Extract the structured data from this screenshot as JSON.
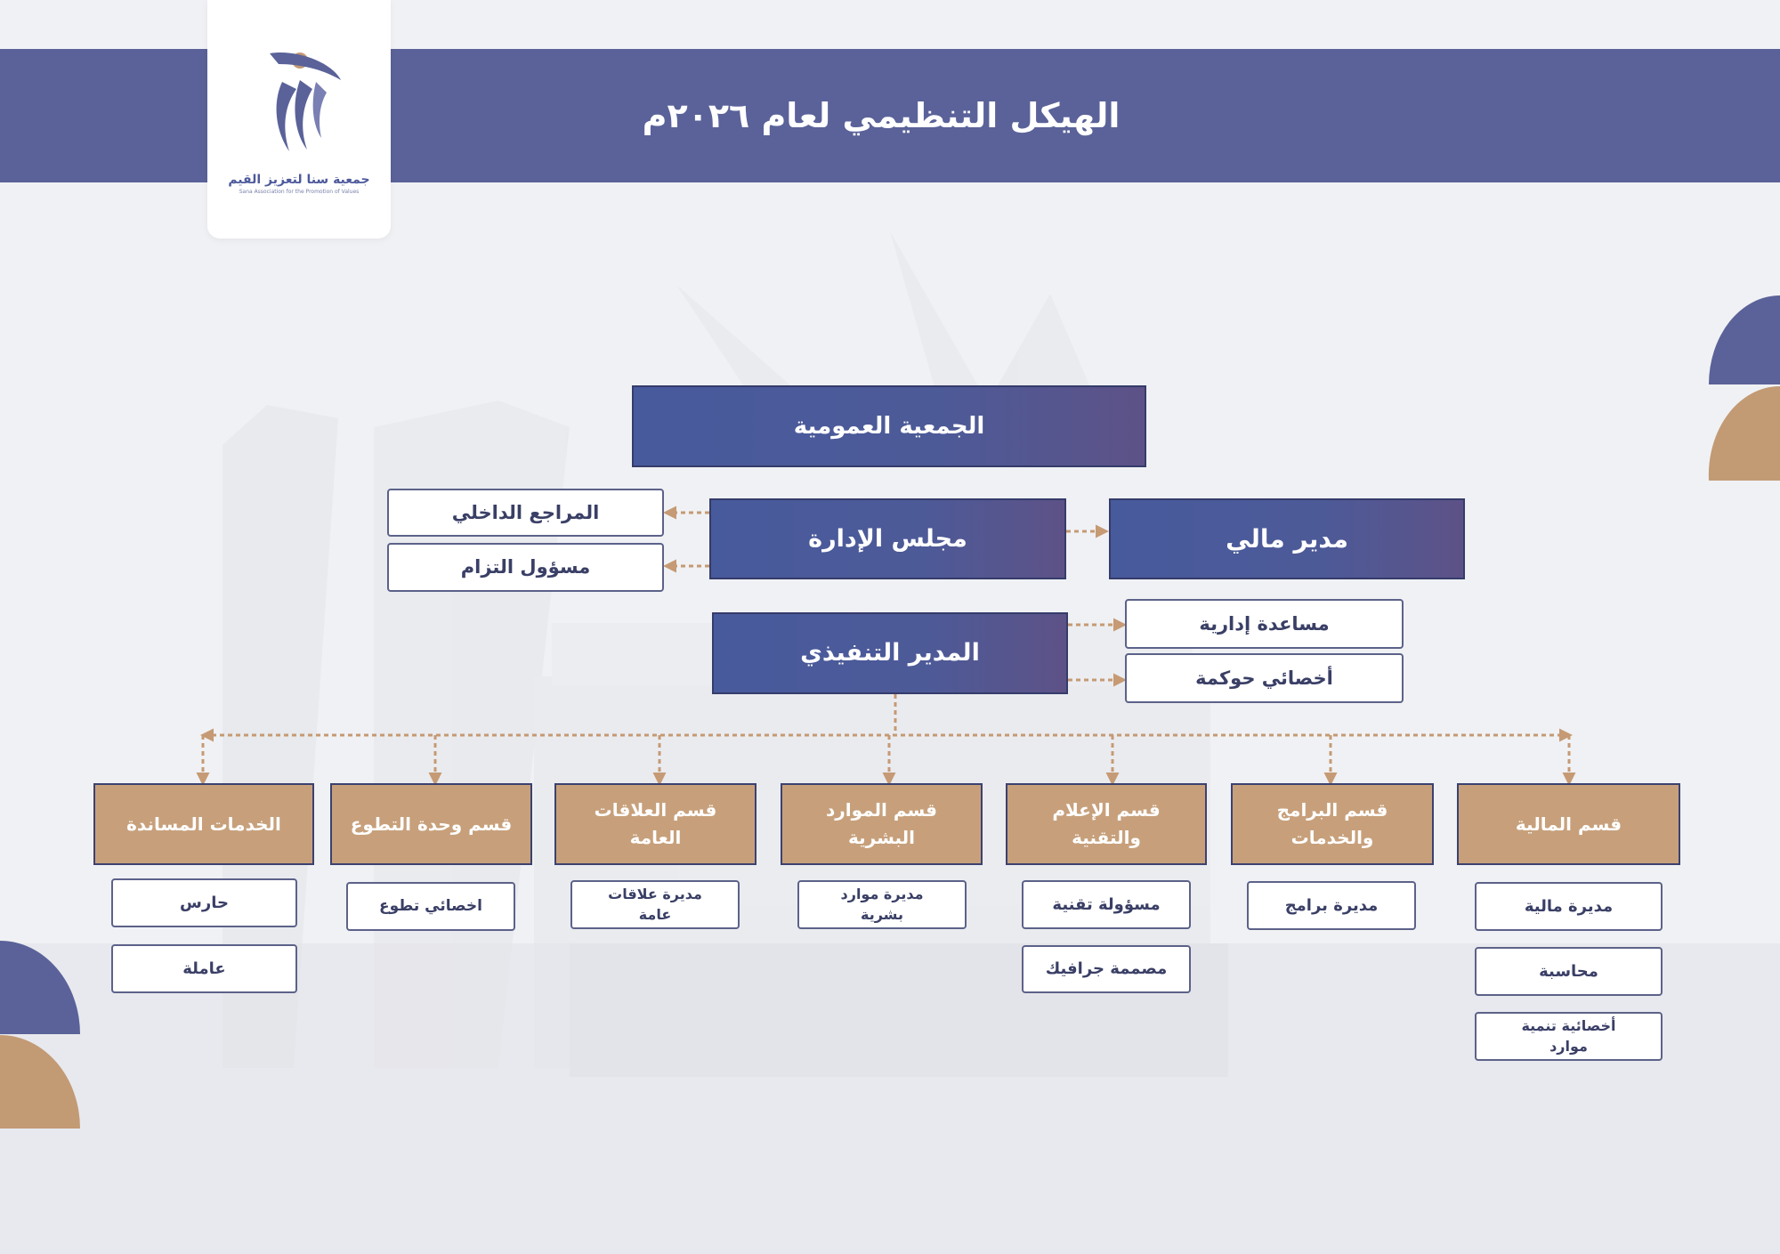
{
  "page": {
    "title": "الهيكل التنظيمي لعام ٢٠٢٦م",
    "logo": {
      "name_ar": "جمعية سنا لتعزيز القيم",
      "name_en": "Sana Association for the Promotion of Values"
    }
  },
  "colors": {
    "navy": "#4a5a9a",
    "tan": "#c7a07b",
    "banner": "#5a6299",
    "connector": "#c59a74"
  },
  "top": {
    "general_assembly": "الجمعية العمومية",
    "board": "مجلس الإدارة",
    "finance_manager": "مدير مالي",
    "internal_auditor": "المراجع الداخلي",
    "compliance_officer": "مسؤول التزام",
    "executive_director": "المدير التنفيذي",
    "admin_assistant": "مساعدة إدارية",
    "governance_specialist": "أخصائي حوكمة"
  },
  "departments": [
    {
      "name": "قسم المالية",
      "roles": [
        "مديرة مالية",
        "محاسبة",
        "أخصائية تنمية موارد"
      ]
    },
    {
      "name": "قسم البرامج والخدمات",
      "roles": [
        "مديرة برامج"
      ]
    },
    {
      "name": "قسم الإعلام والتقنية",
      "roles": [
        "مسؤولة تقنية",
        "مصممة جرافيك"
      ]
    },
    {
      "name": "قسم الموارد البشرية",
      "roles": [
        "مديرة موارد بشرية"
      ]
    },
    {
      "name": "قسم العلاقات العامة",
      "roles": [
        "مديرة علاقات عامة"
      ]
    },
    {
      "name": "قسم وحدة التطوع",
      "roles": [
        "اخصائي تطوع"
      ]
    },
    {
      "name": "الخدمات المساندة",
      "roles": [
        "حارس",
        "عاملة"
      ]
    }
  ]
}
